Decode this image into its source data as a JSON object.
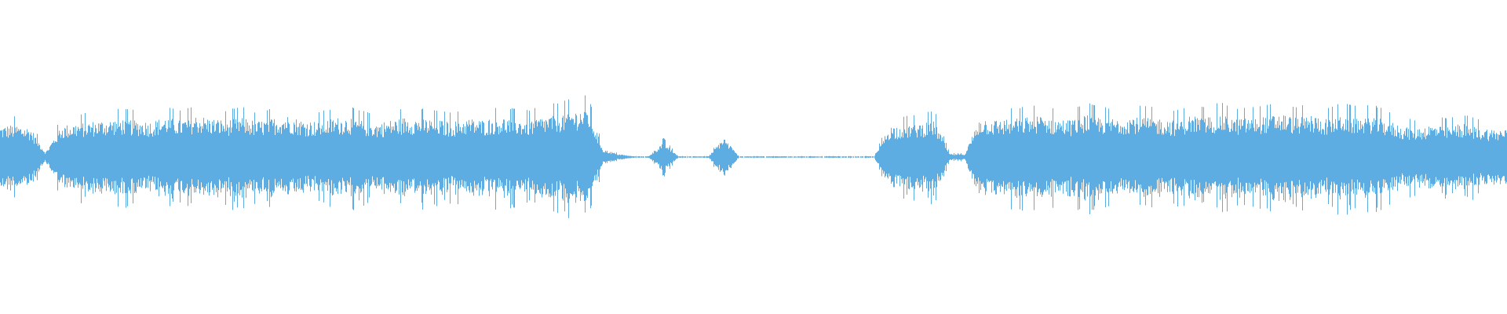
{
  "waveform": {
    "color": "#5dade2",
    "background": "#ffffff",
    "envelope": [
      0.2,
      0.21,
      0.19,
      0.03,
      0.2,
      0.22,
      0.23,
      0.24,
      0.25,
      0.24,
      0.23,
      0.26,
      0.24,
      0.27,
      0.25,
      0.24,
      0.26,
      0.23,
      0.25,
      0.27,
      0.24,
      0.23,
      0.25,
      0.26,
      0.24,
      0.22,
      0.24,
      0.26,
      0.25,
      0.24,
      0.23,
      0.25,
      0.24,
      0.26,
      0.25,
      0.24,
      0.26,
      0.28,
      0.3,
      0.32,
      0.05,
      0.02,
      0.005,
      0.005,
      0.1,
      0.005,
      0.005,
      0.005,
      0.13,
      0.005,
      0.005,
      0.005,
      0.005,
      0.005,
      0.005,
      0.005,
      0.005,
      0.005,
      0.005,
      0.2,
      0.21,
      0.22,
      0.24,
      0.02,
      0.02,
      0.26,
      0.24,
      0.25,
      0.26,
      0.27,
      0.25,
      0.24,
      0.28,
      0.26,
      0.25,
      0.27,
      0.26,
      0.25,
      0.24,
      0.27,
      0.26,
      0.28,
      0.25,
      0.26,
      0.27,
      0.28,
      0.26,
      0.27,
      0.25,
      0.28,
      0.26,
      0.27,
      0.24,
      0.2,
      0.19,
      0.21,
      0.2,
      0.22,
      0.2,
      0.18
    ]
  }
}
